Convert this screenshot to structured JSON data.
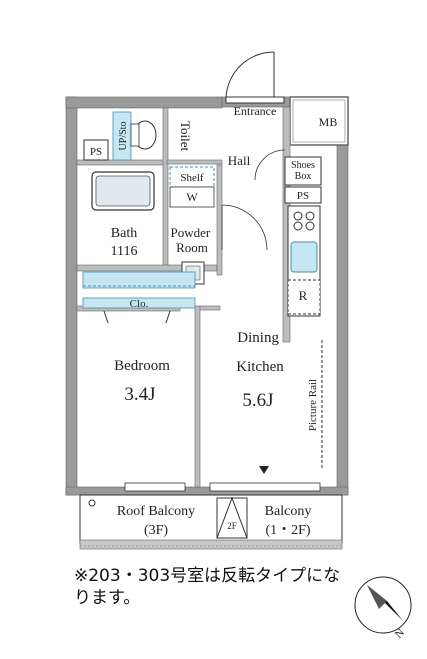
{
  "rooms": {
    "entrance": "Entrance",
    "mb": "MB",
    "ps_left": "PS",
    "up_sto": "UP/Sto",
    "toilet": "Toilet",
    "hall": "Hall",
    "shoes_box": "Shoes Box",
    "ps_right": "PS",
    "shelf": "Shelf",
    "w": "W",
    "bath": "Bath",
    "bath_size": "1116",
    "powder_room": "Powder Room",
    "r": "R",
    "clo": "Clo.",
    "bedroom": "Bedroom",
    "bedroom_size": "3.4J",
    "dining_kitchen": "Dining Kitchen",
    "dk_size": "5.6J",
    "picture_rail": "Picture Rail",
    "roof_balcony": "Roof Balcony",
    "roof_balcony_floor": "(3F)",
    "balcony": "Balcony",
    "balcony_floor": "(1・2F)",
    "floor_marker": "2F"
  },
  "note": "※203・303号室は反転タイプになります。",
  "compass": {
    "label": "N"
  },
  "colors": {
    "wall": "#9a9a9a",
    "wall_dark": "#777777",
    "line": "#333333",
    "fixture": "#c6e6f2",
    "fixture_line": "#4a8fb0"
  }
}
